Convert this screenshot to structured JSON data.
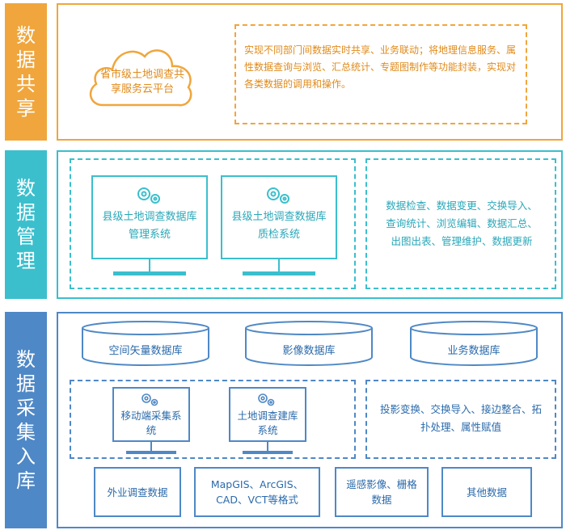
{
  "colors": {
    "share": "#f0a63c",
    "manage": "#3bbfcd",
    "collect": "#4f88c6",
    "share_text": "#e08a1a",
    "manage_text": "#2aa7b8",
    "collect_text": "#2a6aab"
  },
  "share": {
    "side_label": "数据共享",
    "cloud_text": "省市级土地调查共享服务云平台",
    "description": "实现不同部门间数据实时共享、业务联动；将地理信息服务、属性数据查询与浏览、汇总统计、专题图制作等功能封装，实现对各类数据的调用和操作。"
  },
  "manage": {
    "side_label": "数据管理",
    "monitor1": "县级土地调查数据库管理系统",
    "monitor2": "县级土地调查数据库质检系统",
    "functions": "数据检查、数据变更、交换导入、查询统计、浏览编辑、数据汇总、出图出表、管理维护、数据更新"
  },
  "collect": {
    "side_label": "数据采集入库",
    "databases": [
      "空间矢量数据库",
      "影像数据库",
      "业务数据库"
    ],
    "monitor1": "移动端采集系统",
    "monitor2": "土地调查建库系统",
    "functions": "投影变换、交换导入、接边整合、拓扑处理、属性赋值",
    "sources": [
      "外业调查数据",
      "MapGIS、ArcGIS、CAD、VCT等格式",
      "遥感影像、栅格数据",
      "其他数据"
    ]
  }
}
